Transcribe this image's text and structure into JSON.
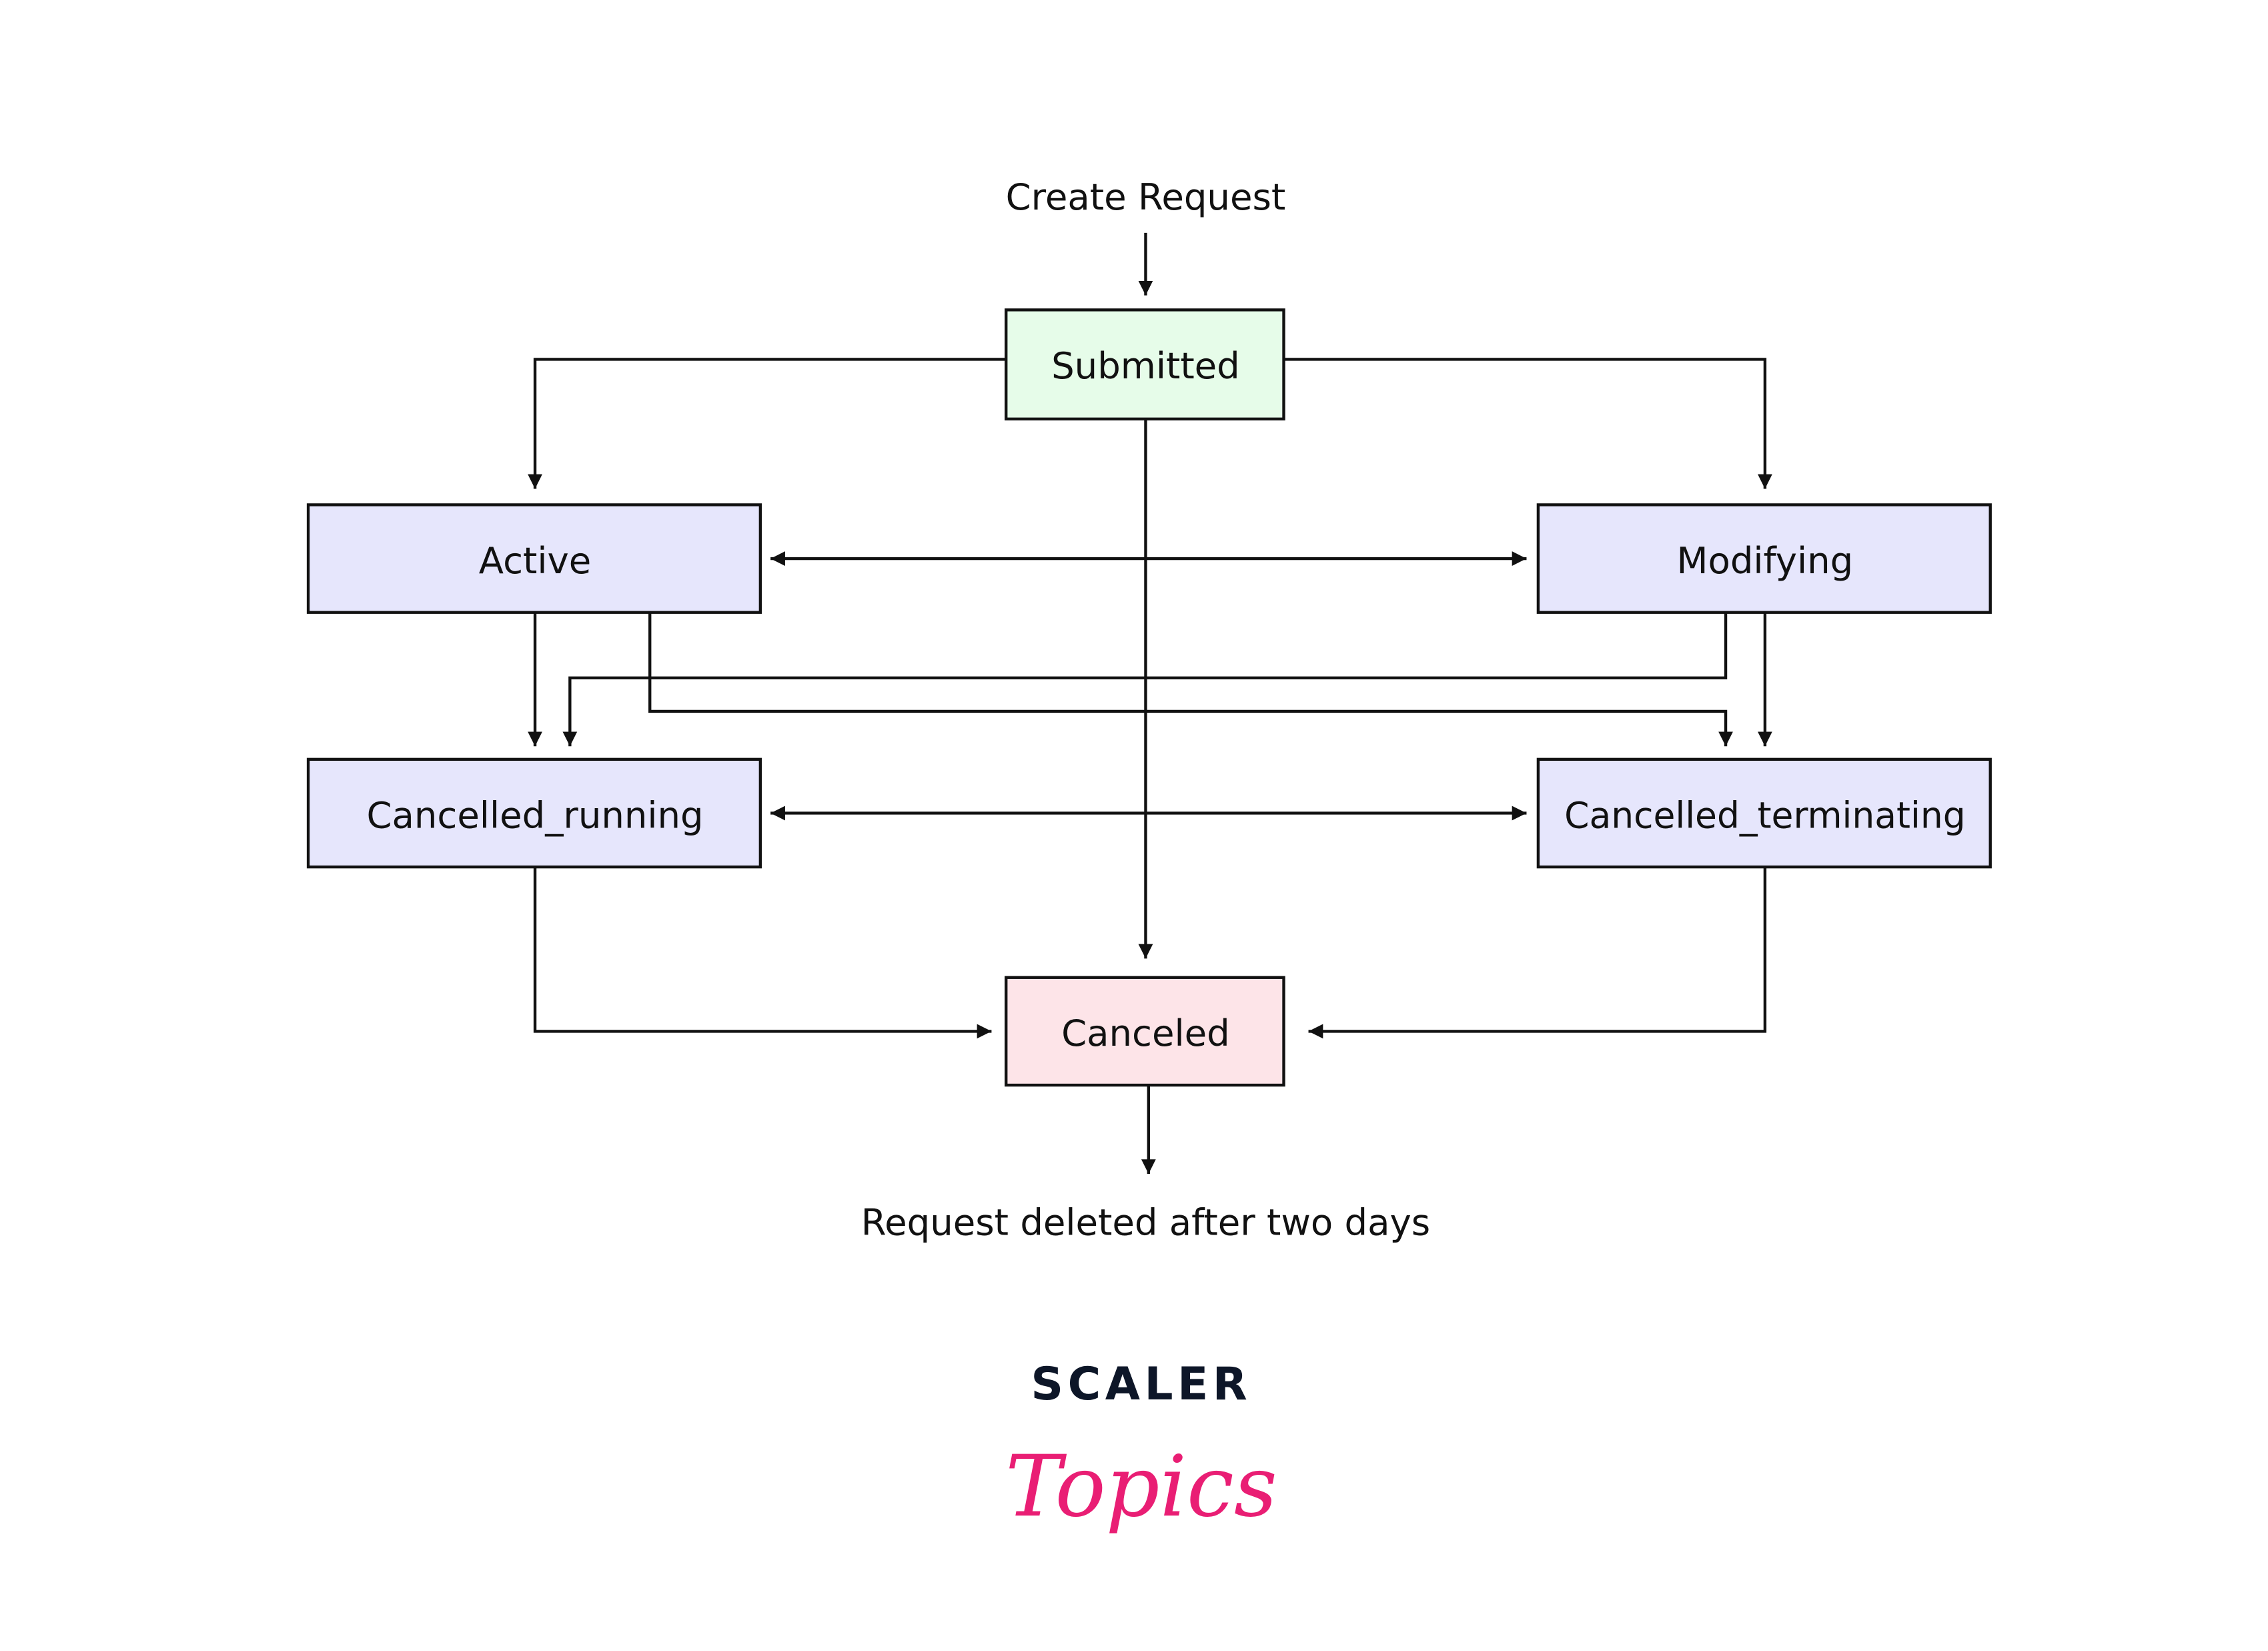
{
  "diagram": {
    "start_label": "Create Request",
    "end_label": "Request deleted after two days",
    "states": {
      "submitted": {
        "label": "Submitted",
        "color": "#e6fce9"
      },
      "active": {
        "label": "Active",
        "color": "#e6e6fc"
      },
      "modifying": {
        "label": "Modifying",
        "color": "#e6e6fc"
      },
      "cancelled_running": {
        "label": "Cancelled_running",
        "color": "#e6e6fc"
      },
      "cancelled_terminating": {
        "label": "Cancelled_terminating",
        "color": "#e6e6fc"
      },
      "canceled": {
        "label": "Canceled",
        "color": "#fde4e8"
      }
    },
    "transitions": [
      {
        "from": "start",
        "to": "submitted"
      },
      {
        "from": "submitted",
        "to": "active"
      },
      {
        "from": "submitted",
        "to": "modifying"
      },
      {
        "from": "submitted",
        "to": "canceled"
      },
      {
        "from": "active",
        "to": "modifying",
        "bidirectional": true
      },
      {
        "from": "active",
        "to": "cancelled_running"
      },
      {
        "from": "active",
        "to": "cancelled_terminating"
      },
      {
        "from": "modifying",
        "to": "cancelled_running"
      },
      {
        "from": "modifying",
        "to": "cancelled_terminating"
      },
      {
        "from": "cancelled_running",
        "to": "cancelled_terminating",
        "bidirectional": true
      },
      {
        "from": "cancelled_running",
        "to": "canceled"
      },
      {
        "from": "cancelled_terminating",
        "to": "canceled"
      },
      {
        "from": "canceled",
        "to": "end"
      }
    ]
  },
  "logo": {
    "line1": "SCALER",
    "line2": "Topics",
    "color1": "#0d1628",
    "color2": "#e91e74"
  }
}
